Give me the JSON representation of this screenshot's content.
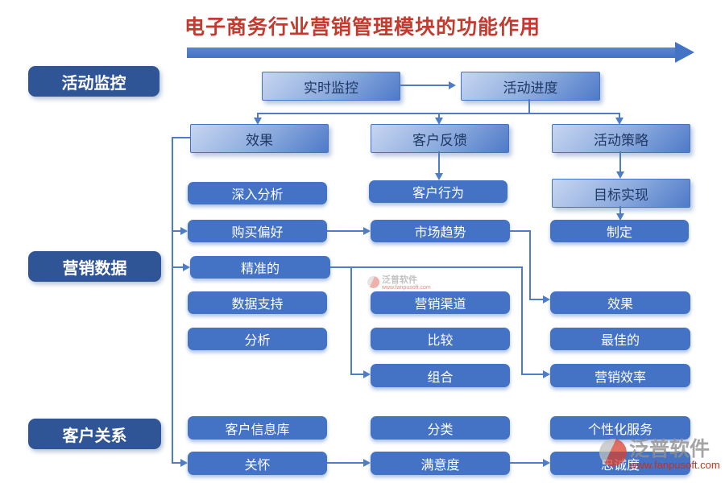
{
  "title": "电子商务行业营销管理模块的功能作用",
  "categories": {
    "monitor": "活动监控",
    "marketing_data": "营销数据",
    "customer_relation": "客户关系"
  },
  "nodes": {
    "realtime": "实时监控",
    "progress": "活动进度",
    "effect_top": "效果",
    "feedback": "客户反馈",
    "strategy": "活动策略",
    "deep_analysis": "深入分析",
    "behavior": "客户行为",
    "goal": "目标实现",
    "preference": "购买偏好",
    "trend": "市场趋势",
    "plan": "制定",
    "precise": "精准的",
    "support": "数据支持",
    "channel": "营销渠道",
    "effect_right": "效果",
    "analysis": "分析",
    "compare": "比较",
    "best": "最佳的",
    "combine": "组合",
    "efficiency": "营销效率",
    "customer_db": "客户信息库",
    "classify": "分类",
    "personalized": "个性化服务",
    "care": "关怀",
    "satisfaction": "满意度",
    "loyalty": "忠诚度"
  },
  "watermark": {
    "brand": "泛普软件",
    "url": "www.fanpusoft.com"
  },
  "colors": {
    "accent": "#4472C4",
    "category_bg": "#2F5597",
    "title_red": "#C43A2E"
  }
}
